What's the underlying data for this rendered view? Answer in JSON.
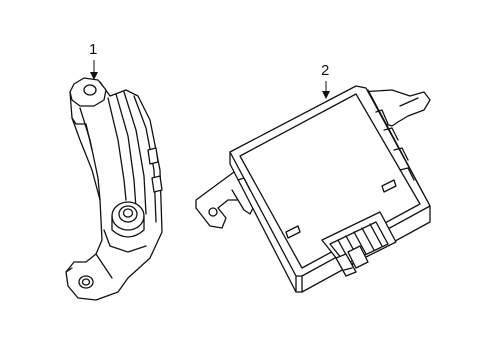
{
  "diagram": {
    "callouts": [
      {
        "id": "1",
        "label": "1"
      },
      {
        "id": "2",
        "label": "2"
      }
    ],
    "parts": [
      {
        "callout": "1",
        "icon": "bracket-sensor-part"
      },
      {
        "callout": "2",
        "icon": "control-module-part"
      }
    ],
    "line_color": "#111111",
    "background": "#ffffff"
  }
}
